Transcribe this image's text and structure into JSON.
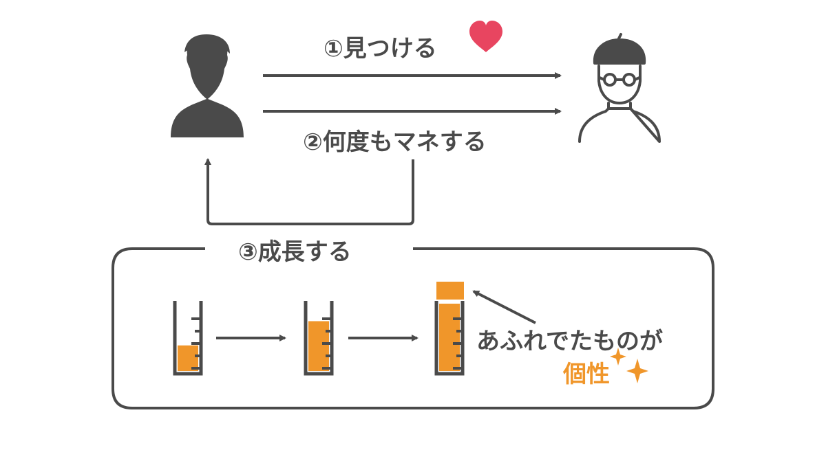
{
  "steps": {
    "step1": "①見つける",
    "step2": "②何度もマネする",
    "step3": "③成長する"
  },
  "overflow_caption": "あふれでたものが",
  "individuality": "個性",
  "icons": {
    "person_left": "person-silhouette-icon",
    "person_right": "person-with-beret-and-glasses-icon",
    "heart": "heart-icon",
    "sparkle": "sparkle-icon",
    "beaker": "graduated-cylinder-icon"
  },
  "fill_levels": [
    0.38,
    0.74,
    1.0
  ],
  "colors": {
    "dark": "#4a4a4a",
    "orange": "#f0962a",
    "heart": "#e84560",
    "text": "#4a4a4a"
  }
}
